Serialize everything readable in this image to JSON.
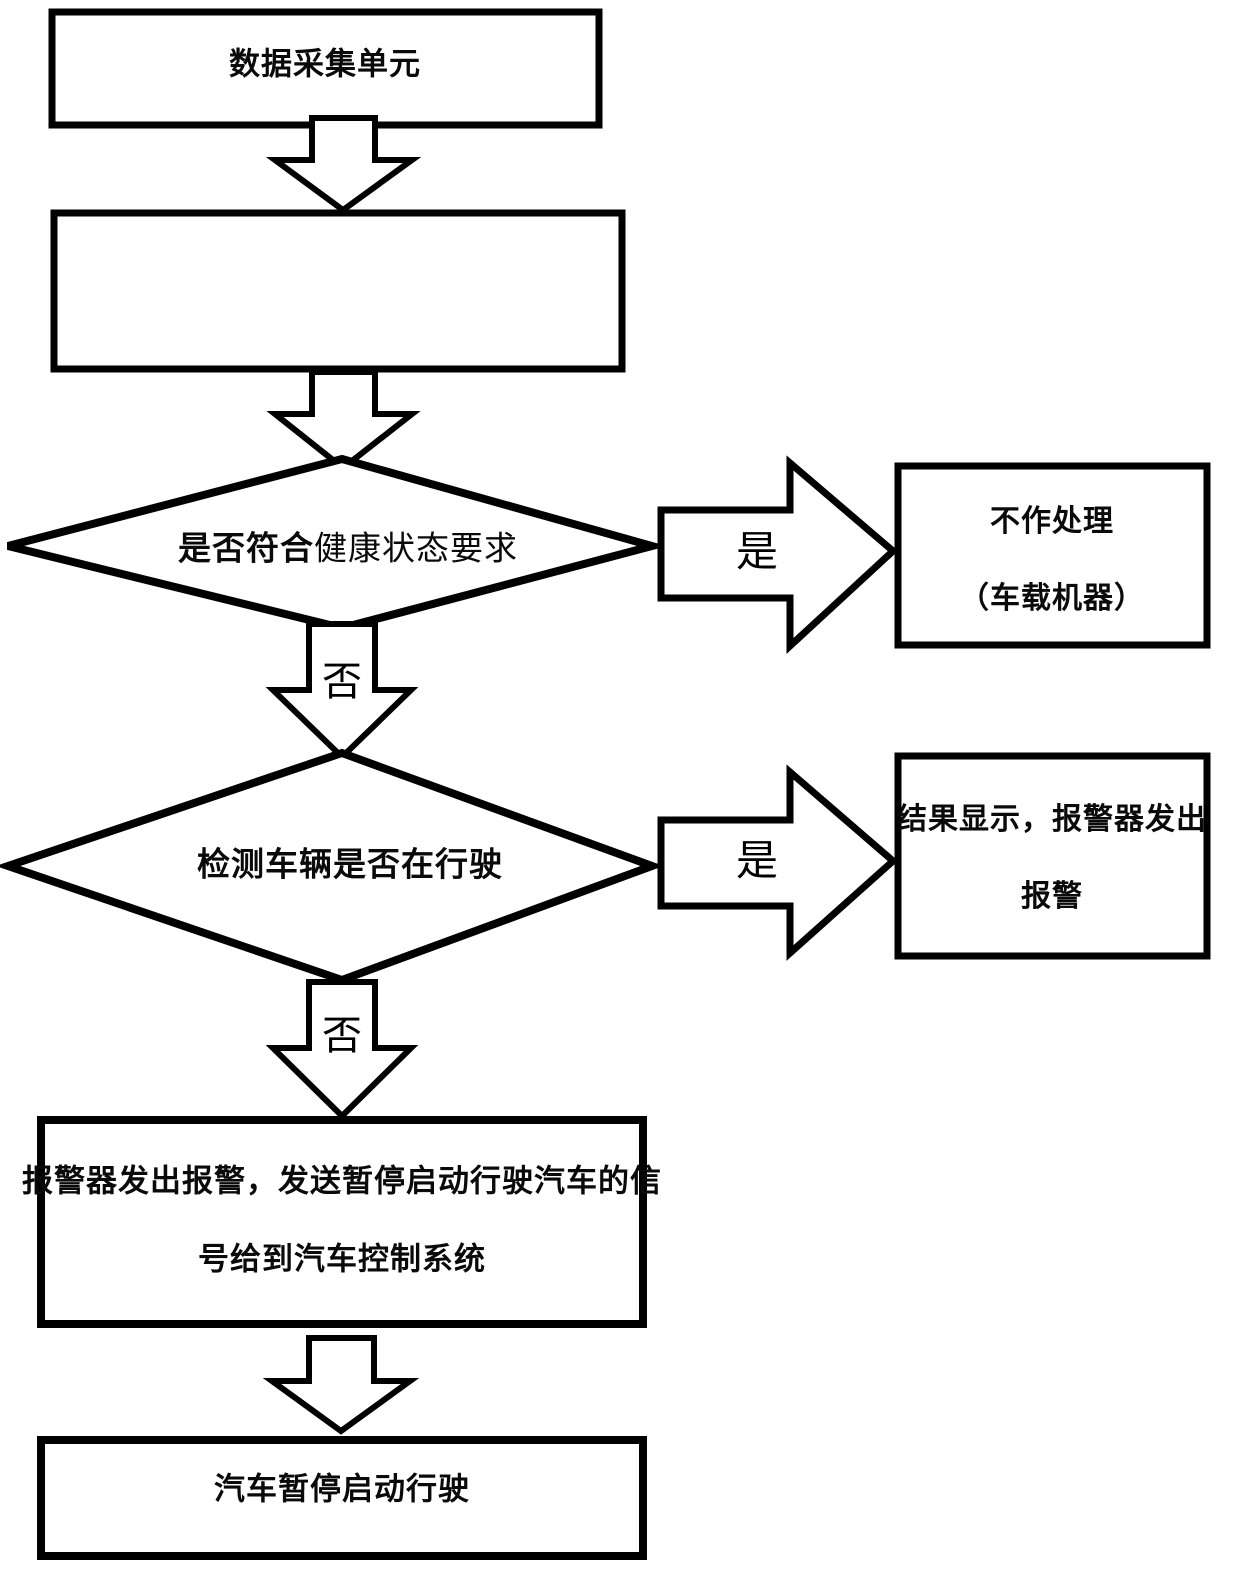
{
  "page": {
    "background": "#ffffff",
    "ink": "#000000"
  },
  "flowchart": {
    "nodes": {
      "start": {
        "label": "数据采集单元"
      },
      "processing_empty": {
        "label": ""
      },
      "decision_health": {
        "label_bold": "是否符合",
        "label_regular": "健康状态要求"
      },
      "no_action": {
        "line1": "不作处理",
        "line2": "（车载机器）"
      },
      "decision_driving": {
        "label": "检测车辆是否在行驶"
      },
      "alarm_result": {
        "line1": "结果显示，报警器发出",
        "line2": "报警"
      },
      "alarm_signal": {
        "line1": "报警器发出报警，发送暂停启动行驶汽车的信",
        "line2": "号给到汽车控制系统"
      },
      "car_pause": {
        "label": "汽车暂停启动行驶"
      }
    },
    "connectors": {
      "yes1": {
        "label": "是"
      },
      "no1": {
        "label": "否"
      },
      "yes2": {
        "label": "是"
      },
      "no2": {
        "label": "否"
      }
    }
  }
}
